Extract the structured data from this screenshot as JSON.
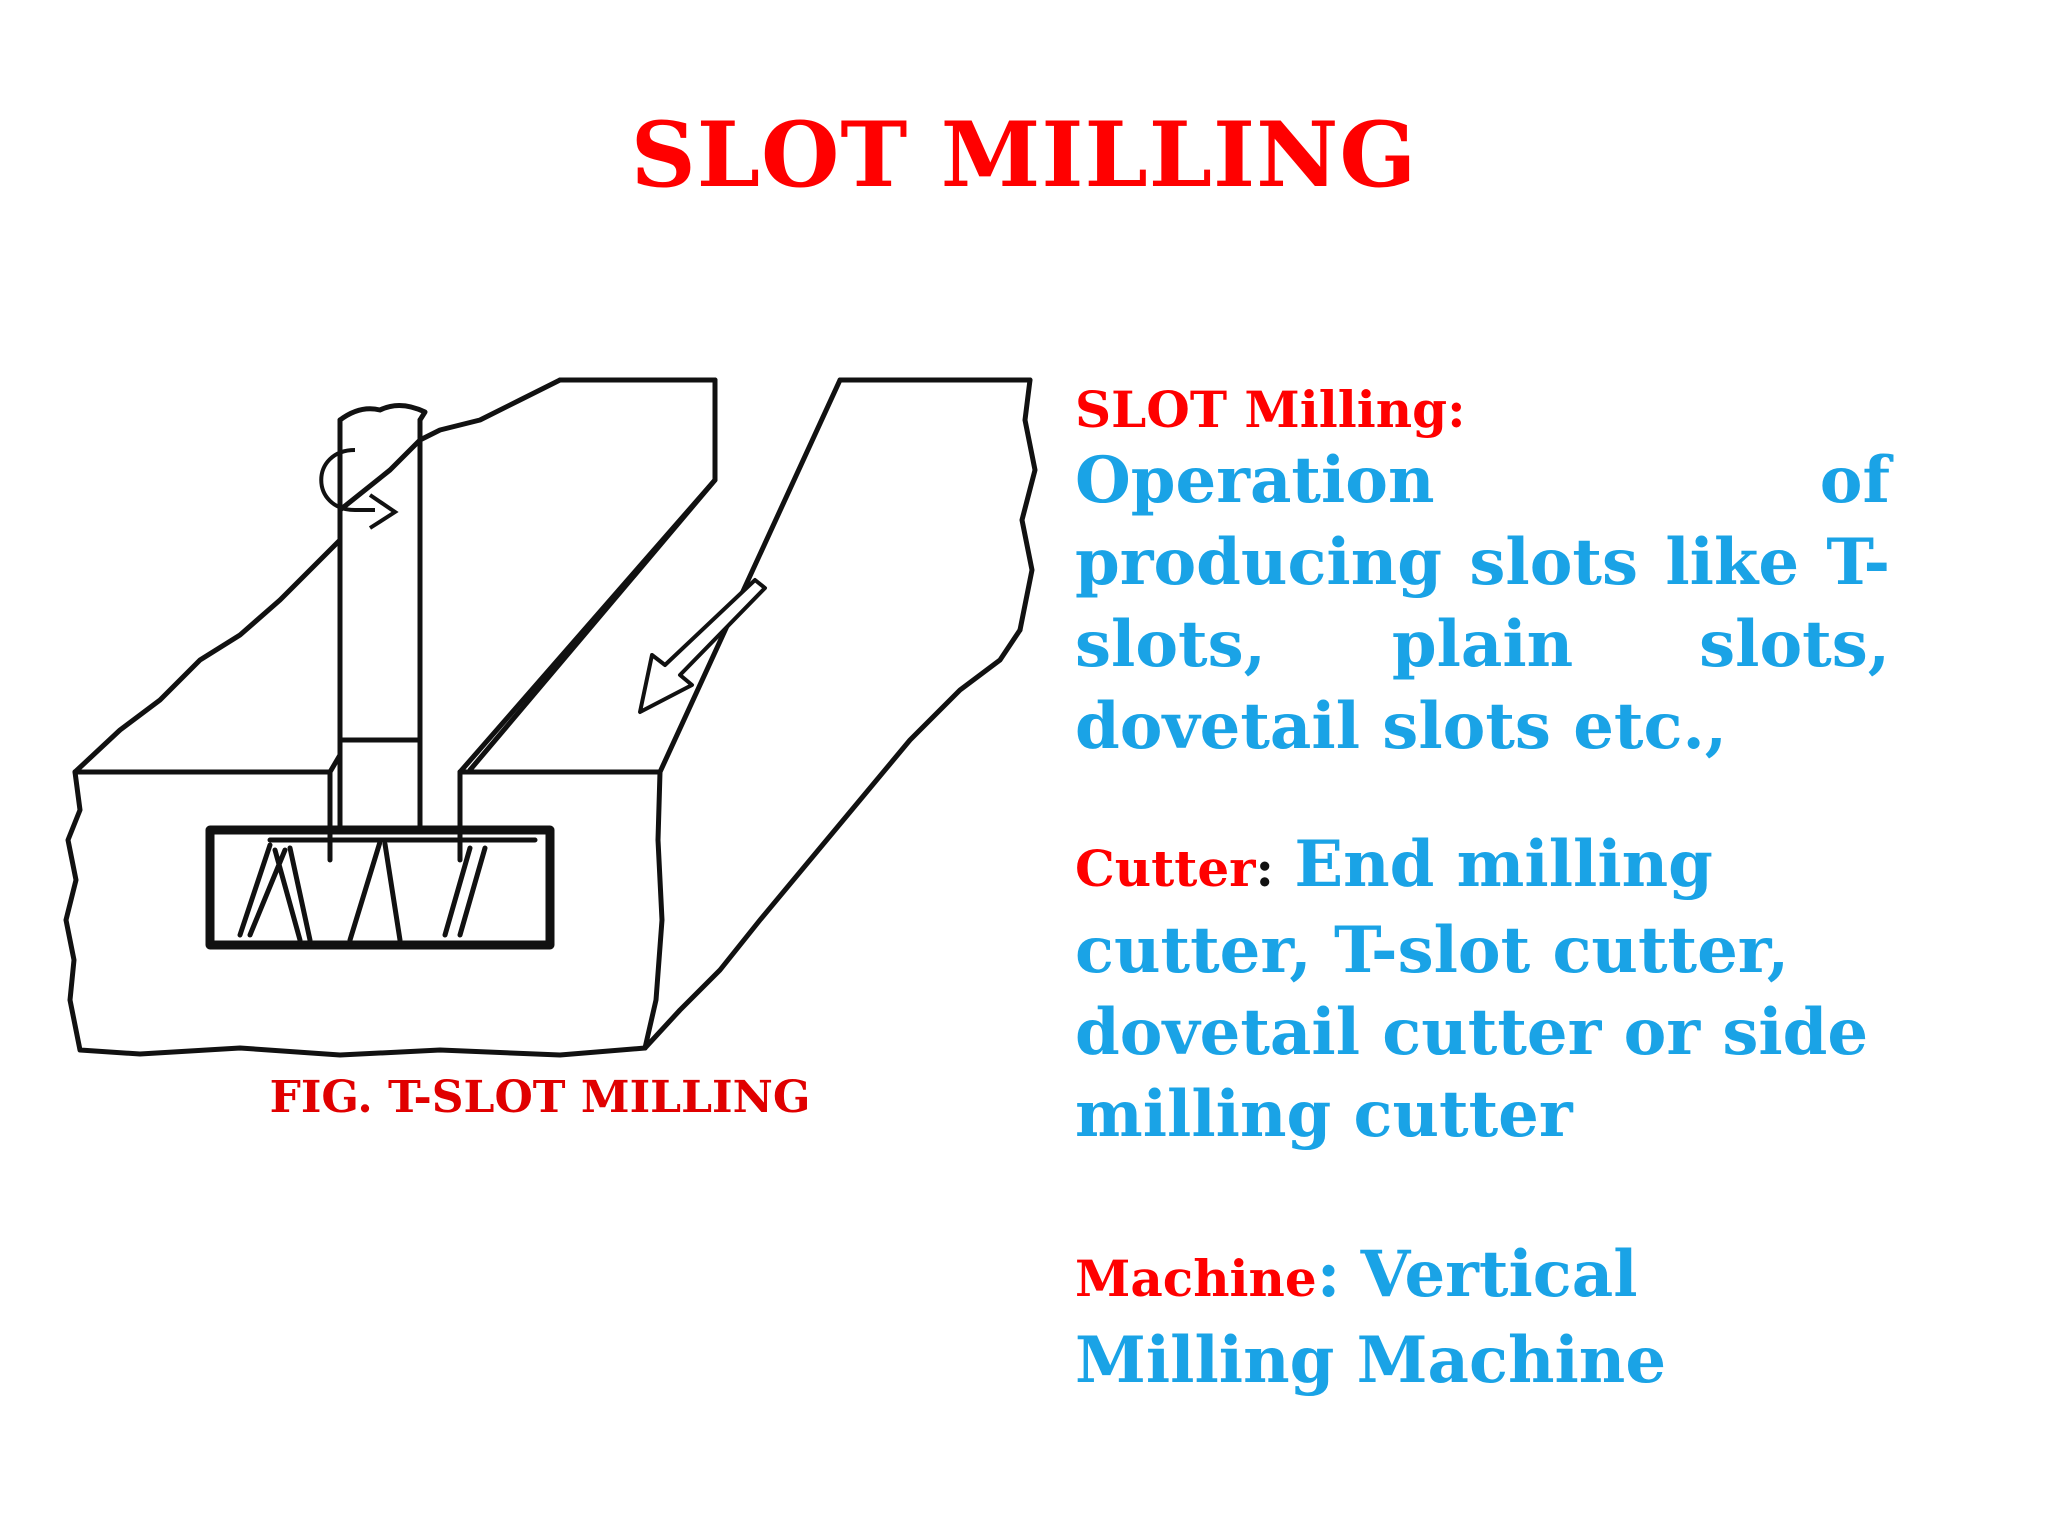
{
  "slide": {
    "title": "SLOT MILLING"
  },
  "figure": {
    "caption": "FIG. T-SLOT MILLING"
  },
  "definition": {
    "label": "SLOT Milling:",
    "text": "Operation of producing slots like T-slots, plain slots, dovetail slots etc.,"
  },
  "cutter": {
    "label": "Cutter",
    "colon": ":",
    "text": "End milling cutter, T-slot cutter, dovetail cutter or side milling cutter"
  },
  "machine": {
    "label": "Machine",
    "colon": ":",
    "text": "Vertical Milling Machine"
  },
  "colors": {
    "title_red": "#ff0000",
    "body_blue": "#1aa3e6",
    "background": "#ffffff"
  },
  "icons": {
    "rotation": "rotation-arrow-icon",
    "feed": "feed-direction-arrow-icon"
  }
}
